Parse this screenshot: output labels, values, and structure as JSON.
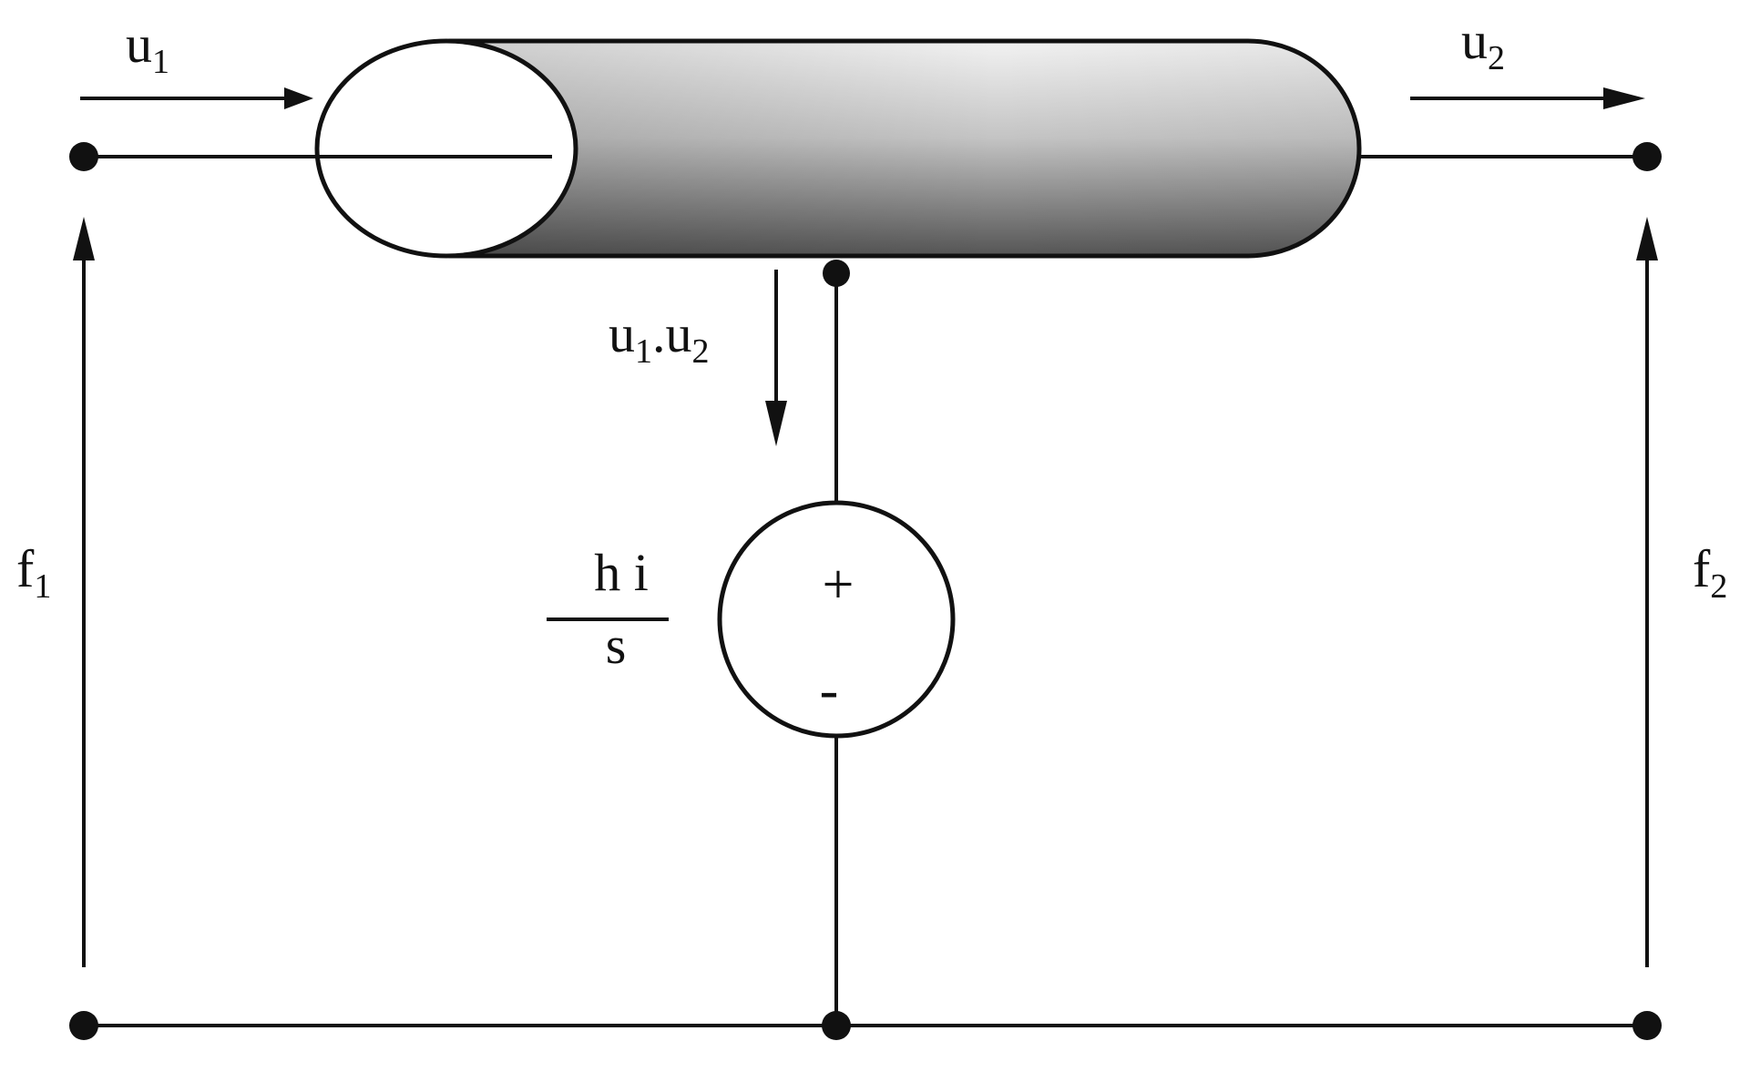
{
  "colors": {
    "ink": "#111111",
    "background": "#ffffff",
    "tube_dark": "#5f5f5f",
    "tube_light": "#d8d8d8"
  },
  "labels": {
    "u1": {
      "base": "u",
      "sub": "1"
    },
    "u2": {
      "base": "u",
      "sub": "2"
    },
    "u1u2": {
      "base1": "u",
      "sub1": "1",
      "sep": ".",
      "base2": "u",
      "sub2": "2"
    },
    "f1": {
      "base": "f",
      "sub": "1"
    },
    "f2": {
      "base": "f",
      "sub": "2"
    },
    "source_fraction": {
      "numerator": "h i",
      "denominator": "s"
    },
    "source_signs": {
      "plus": "+",
      "minus": "-"
    }
  },
  "icons": {
    "source": "voltage-source-circle-icon",
    "tube": "pipe-cylinder-icon",
    "arrows": "arrow-icon"
  }
}
